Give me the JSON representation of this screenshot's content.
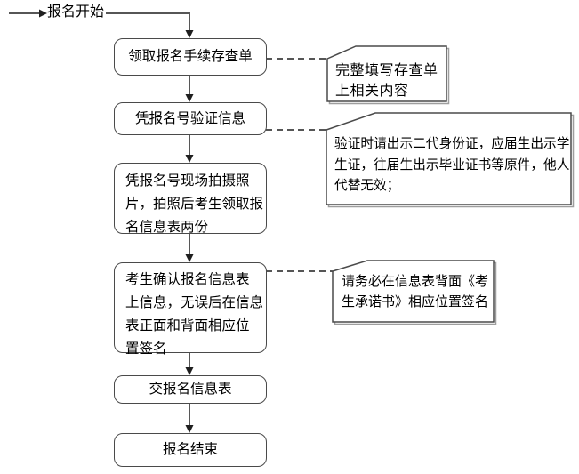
{
  "colors": {
    "background": "#ffffff",
    "line": "#1f1f1f",
    "box_border": "#4a4a4a",
    "shadow": "#9e9e9e",
    "text": "#000000"
  },
  "start": {
    "label": "报名开始"
  },
  "flow": {
    "steps": [
      {
        "id": "step-1",
        "label": "领取报名手续存查单"
      },
      {
        "id": "step-2",
        "label": "凭报名号验证信息"
      },
      {
        "id": "step-3",
        "label": "凭报名号现场拍摄照\n片，拍照后考生领取报\n名信息表两份"
      },
      {
        "id": "step-4",
        "label": "考生确认报名信息表\n上信息，无误后在信息\n表正面和背面相应位\n置签名"
      },
      {
        "id": "step-5",
        "label": "交报名信息表"
      },
      {
        "id": "step-6",
        "label": "报名结束"
      }
    ]
  },
  "annotations": [
    {
      "id": "note-1",
      "text": "完整填写存查单\n上相关内容"
    },
    {
      "id": "note-2",
      "text": "验证时请出示二代身份证，应届生出示学\n生证，往届生出示毕业证书等原件，他人\n代替无效；"
    },
    {
      "id": "note-3",
      "text": "请务必在信息表背面《考\n生承诺书》相应位置签名"
    }
  ]
}
